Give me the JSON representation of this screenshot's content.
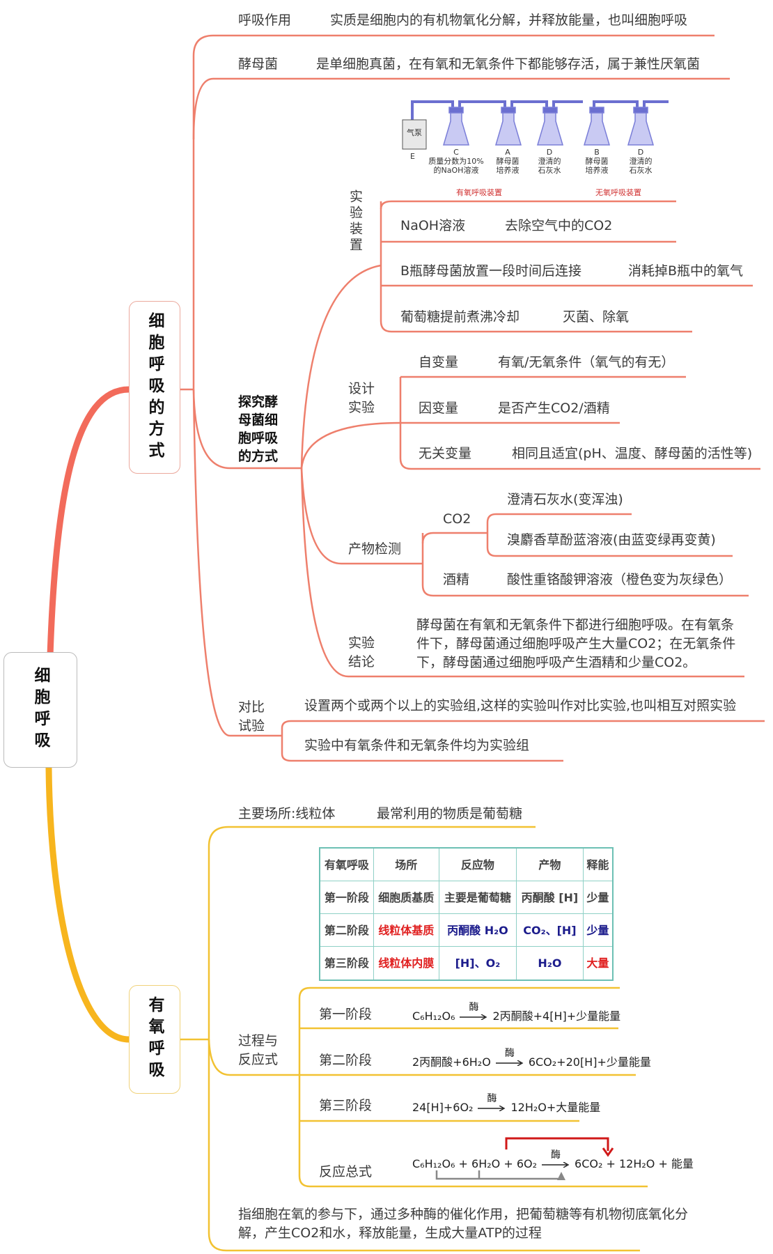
{
  "root": "细胞呼吸",
  "branch1": {
    "title": "细胞呼吸的方式",
    "respiration": {
      "label": "呼吸作用",
      "desc": "实质是细胞内的有机物氧化分解，并释放能量，也叫细胞呼吸"
    },
    "yeast": {
      "label": "酵母菌",
      "desc": "是单细胞真菌，在有氧和无氧条件下都能够存活，属于兼性厌氧菌"
    },
    "apparatus_figure": {
      "pump": "气泵",
      "pump_letter": "E",
      "flasks": [
        {
          "letter": "C",
          "desc": "质量分数为10%的NaOH溶液"
        },
        {
          "letter": "A",
          "desc": "酵母菌培养液"
        },
        {
          "letter": "D",
          "desc": "澄清的石灰水"
        },
        {
          "letter": "B",
          "desc": "酵母菌培养液"
        },
        {
          "letter": "D",
          "desc": "澄清的石灰水"
        }
      ],
      "aerobic_caption": "有氧呼吸装置",
      "anaerobic_caption": "无氧呼吸装置"
    },
    "explore": {
      "title": "探究酵母菌细胞呼吸的方式",
      "setup": {
        "label": "实验装置",
        "items": [
          {
            "k": "NaOH溶液",
            "v": "去除空气中的CO2"
          },
          {
            "k": "B瓶酵母菌放置一段时间后连接",
            "v": "消耗掉B瓶中的氧气"
          },
          {
            "k": "葡萄糖提前煮沸冷却",
            "v": "灭菌、除氧"
          }
        ]
      },
      "design": {
        "label": "设计实验",
        "items": [
          {
            "k": "自变量",
            "v": "有氧/无氧条件（氧气的有无）"
          },
          {
            "k": "因变量",
            "v": "是否产生CO2/酒精"
          },
          {
            "k": "无关变量",
            "v": "相同且适宜(pH、温度、酵母菌的活性等)"
          }
        ]
      },
      "detect": {
        "label": "产物检测",
        "co2": "CO2",
        "co2_items": [
          "澄清石灰水(变浑浊)",
          "溴麝香草酚蓝溶液(由蓝变绿再变黄)"
        ],
        "alcohol": "酒精",
        "alcohol_item": "酸性重铬酸钾溶液（橙色变为灰绿色）"
      },
      "conclusion": {
        "label": "实验结论",
        "text": "酵母菌在有氧和无氧条件下都进行细胞呼吸。在有氧条件下，酵母菌通过细胞呼吸产生大量CO2；在无氧条件下，酵母菌通过细胞呼吸产生酒精和少量CO2。"
      }
    },
    "contrast": {
      "label": "对比试验",
      "items": [
        "设置两个或两个以上的实验组,这样的实验叫作对比实验,也叫相互对照实验",
        "实验中有氧条件和无氧条件均为实验组"
      ]
    }
  },
  "branch2": {
    "title": "有氧呼吸",
    "site": {
      "label": "主要场所:线粒体",
      "desc": "最常利用的物质是葡萄糖"
    },
    "table": {
      "headers": [
        "有氧呼吸",
        "场所",
        "反应物",
        "产物",
        "释能"
      ],
      "rows": [
        [
          {
            "t": "第一阶段",
            "c": "#444444"
          },
          {
            "t": "细胞质基质",
            "c": "#444444"
          },
          {
            "t": "主要是葡萄糖",
            "c": "#444444"
          },
          {
            "t": "丙酮酸 [H]",
            "c": "#444444"
          },
          {
            "t": "少量",
            "c": "#444444"
          }
        ],
        [
          {
            "t": "第二阶段",
            "c": "#444444"
          },
          {
            "t": "线粒体基质",
            "c": "#e02020"
          },
          {
            "t": "丙酮酸 H₂O",
            "c": "#1c1c8c"
          },
          {
            "t": "CO₂、[H]",
            "c": "#1c1c8c"
          },
          {
            "t": "少量",
            "c": "#1c1c8c"
          }
        ],
        [
          {
            "t": "第三阶段",
            "c": "#444444"
          },
          {
            "t": "线粒体内膜",
            "c": "#e02020"
          },
          {
            "t": "[H]、O₂",
            "c": "#1c1c8c"
          },
          {
            "t": "H₂O",
            "c": "#1c1c8c"
          },
          {
            "t": "大量",
            "c": "#e02020"
          }
        ]
      ]
    },
    "process": {
      "label": "过程与反应式",
      "enzyme": "酶",
      "stages": [
        {
          "label": "第一阶段",
          "left": "C₆H₁₂O₆",
          "right": "2丙酮酸+4[H]+少量能量"
        },
        {
          "label": "第二阶段",
          "left": "2丙酮酸+6H₂O",
          "right": "6CO₂+20[H]+少量能量"
        },
        {
          "label": "第三阶段",
          "left": "24[H]+6O₂",
          "right": "12H₂O+大量能量"
        },
        {
          "label": "反应总式",
          "left": "C₆H₁₂O₆ + 6H₂O + 6O₂",
          "right": "6CO₂ + 12H₂O + 能量"
        }
      ]
    },
    "definition": "指细胞在氧的参与下，通过多种酶的催化作用，把葡萄糖等有机物彻底氧化分解，产生CO2和水，释放能量，生成大量ATP的过程",
    "colors": {
      "red_branch": "#ee7f6c",
      "yellow_branch": "#f2c232"
    }
  }
}
